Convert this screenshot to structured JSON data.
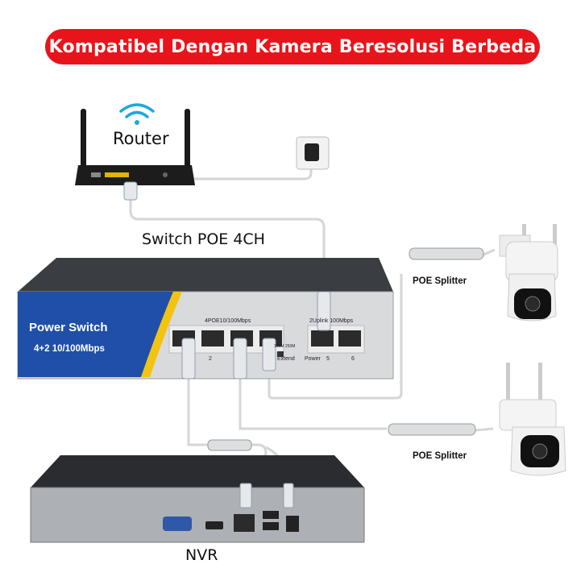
{
  "banner": {
    "text": "Kompatibel Dengan Kamera Beresolusi Berbeda"
  },
  "labels": {
    "router": "Router",
    "switch": "Switch POE 4CH",
    "nvr": "NVR",
    "splitter_top": "POE Splitter",
    "splitter_bottom": "POE Splitter"
  },
  "switch_panel": {
    "title": "Power Switch",
    "spec": "4+2 10/100Mbps",
    "poe_group": "4POE10/100Mbps",
    "uplink_group": "2Uplink 100Mbps",
    "port_2": "2",
    "port_5": "5",
    "port_6": "6",
    "extend": "Extend",
    "power": "Power",
    "mode": "100M 250M"
  },
  "colors": {
    "banner": "#e8141b",
    "panel_blue": "#1f4fa8",
    "panel_yellow": "#f2c40f",
    "wifi": "#1fa6e0"
  }
}
